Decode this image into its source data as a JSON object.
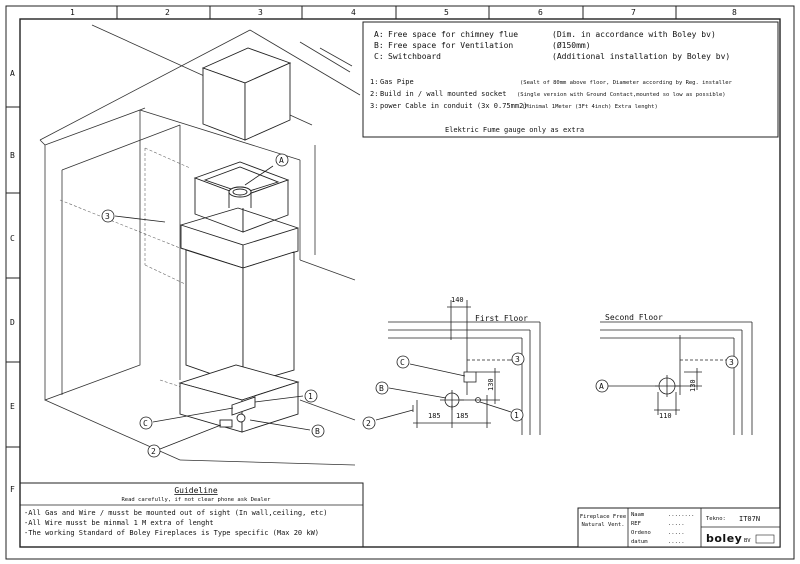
{
  "grid": {
    "columns": [
      "1",
      "2",
      "3",
      "4",
      "5",
      "6",
      "7",
      "8"
    ],
    "rows": [
      "A",
      "B",
      "C",
      "D",
      "E",
      "F"
    ]
  },
  "legend": {
    "letters": [
      {
        "key": "A:",
        "name": "Free space for chimney flue",
        "note": "(Dim. in accordance with Boley bv)"
      },
      {
        "key": "B:",
        "name": "Free space for Ventilation",
        "note": "(Ø150mm)"
      },
      {
        "key": "C:",
        "name": "Switchboard",
        "note": "(Additional installation by Boley bv)"
      }
    ],
    "numbers": [
      {
        "key": "1:",
        "name": "Gas Pipe",
        "note": "(Sealt of 80mm above floor, Diameter according by Reg. installer"
      },
      {
        "key": "2:",
        "name": "Build in / wall mounted socket",
        "note": "(Single version with Ground Contact,mounted so low as possible)"
      },
      {
        "key": "3:",
        "name": "power Cable in conduit (3x 0.75mm2)",
        "note": "(Minimal 1Meter (3Ft 4inch) Extra lenght)"
      }
    ],
    "footer": "Elektric Fume gauge only as extra"
  },
  "first_floor": {
    "title": "First Floor",
    "dims": {
      "top": "140",
      "left": "185",
      "right": "185",
      "vertical": "130"
    },
    "callouts": [
      "C",
      "3",
      "B",
      "2",
      "1"
    ]
  },
  "second_floor": {
    "title": "Second Floor",
    "dims": {
      "bottom": "110",
      "vertical": "130"
    },
    "callouts": [
      "A",
      "3"
    ]
  },
  "iso_callouts": [
    "A",
    "3",
    "1",
    "C",
    "B",
    "2"
  ],
  "guideline": {
    "title": "Guideline",
    "subtitle": "Read carefully, if not clear phone ask Dealer",
    "lines": [
      "-All Gas and Wire / musst be mounted out of sight (In wall,ceiling, etc)",
      "-All Wire musst be minmal 1 M extra of lenght",
      "-The working Standard of Boley Fireplaces is Type specific (Max 20 kW)"
    ]
  },
  "title_block": {
    "project_line1": "Fireplace Free",
    "project_line2": "Natural Vent.",
    "fields": [
      {
        "label": "Naam",
        "value": "........"
      },
      {
        "label": "REF",
        "value": "....."
      },
      {
        "label": "Ordeno",
        "value": "....."
      },
      {
        "label": "datum",
        "value": "....."
      }
    ],
    "tekno_label": "Tekno:",
    "tekno_value": "IT07N",
    "logo": "boley",
    "logo_suffix": "BV"
  }
}
